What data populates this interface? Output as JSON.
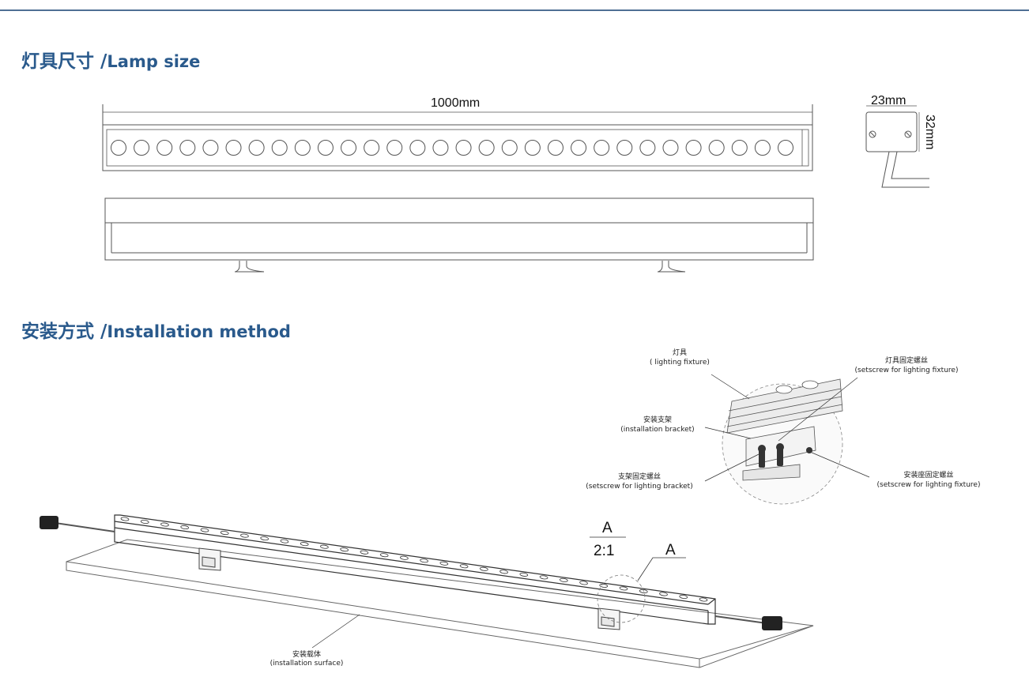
{
  "sections": {
    "lamp_size": {
      "title_zh": "灯具尺寸 /",
      "title_en": "Lamp size"
    },
    "installation": {
      "title_zh": "安装方式 /",
      "title_en": "Installation method"
    }
  },
  "dimensions": {
    "length": "1000mm",
    "width": "23mm",
    "height": "32mm"
  },
  "detail": {
    "letter": "A",
    "scale": "2:1",
    "callout": "A"
  },
  "callouts": {
    "fixture_zh": "灯具",
    "fixture_en": "( lighting fixture)",
    "fixture_screw_zh": "灯具固定螺丝",
    "fixture_screw_en": "(setscrew for lighting fixture)",
    "bracket_zh": "安装支架",
    "bracket_en": "(installation bracket)",
    "bracket_screw_zh": "支架固定螺丝",
    "bracket_screw_en": "(setscrew for lighting bracket)",
    "base_screw_zh": "安装座固定螺丝",
    "base_screw_en": "(setscrew for lighting fixture)",
    "surface_zh": "安装载体",
    "surface_en": "(installation surface)"
  },
  "led_count": 30,
  "colors": {
    "title": "#2a5a8c",
    "rule": "#4f6f94",
    "line": "#555555"
  }
}
